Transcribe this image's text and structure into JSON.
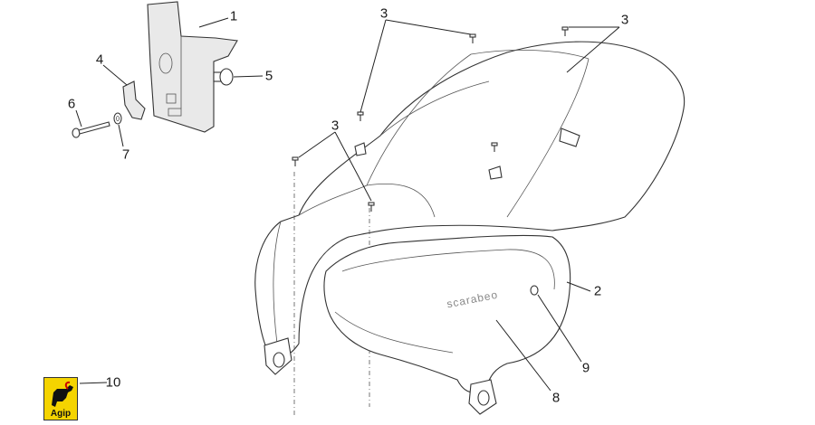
{
  "callouts": [
    {
      "id": "c1",
      "text": "1"
    },
    {
      "id": "c2",
      "text": "2"
    },
    {
      "id": "c3a",
      "text": "3"
    },
    {
      "id": "c3b",
      "text": "3"
    },
    {
      "id": "c3c",
      "text": "3"
    },
    {
      "id": "c4",
      "text": "4"
    },
    {
      "id": "c5",
      "text": "5"
    },
    {
      "id": "c6",
      "text": "6"
    },
    {
      "id": "c7",
      "text": "7"
    },
    {
      "id": "c8",
      "text": "8"
    },
    {
      "id": "c9",
      "text": "9"
    },
    {
      "id": "c10",
      "text": "10"
    }
  ],
  "panel_lettering": "scarabeo",
  "logo": {
    "brand": "Agip",
    "color": "#f5d400"
  }
}
